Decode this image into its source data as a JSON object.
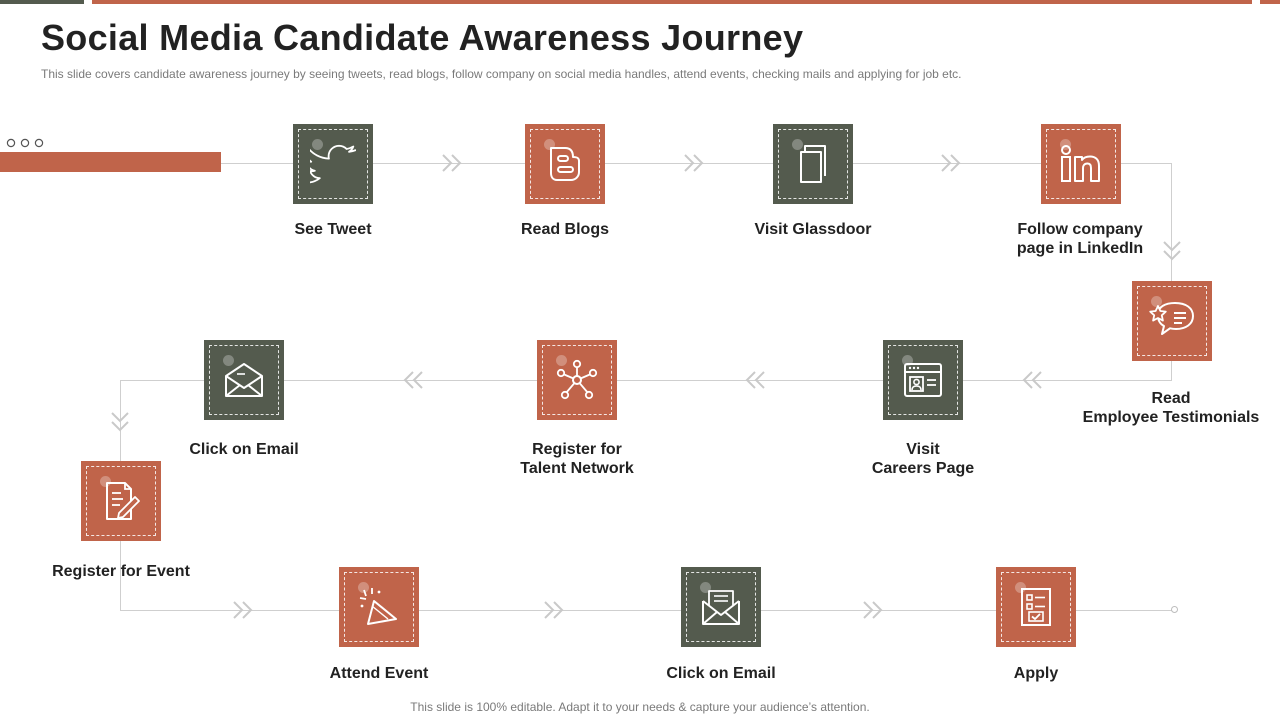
{
  "title": "Social Media Candidate Awareness Journey",
  "subtitle": "This slide covers candidate awareness journey by seeing tweets, read blogs, follow company on social media handles, attend events, checking mails and applying for job etc.",
  "footer": "This slide is 100% editable. Adapt it to your needs & capture your audience’s attention.",
  "colors": {
    "orange": "#c0644a",
    "green": "#545b4e",
    "line": "#cfcfcf",
    "chevron": "#c9c9c9"
  },
  "steps": [
    {
      "label": "See Tweet",
      "icon": "twitter-icon",
      "color": "green"
    },
    {
      "label": "Read Blogs",
      "icon": "blogger-icon",
      "color": "orange"
    },
    {
      "label": "Visit Glassdoor",
      "icon": "glassdoor-icon",
      "color": "green"
    },
    {
      "label": "Follow company\npage in LinkedIn",
      "icon": "linkedin-icon",
      "color": "orange"
    },
    {
      "label": "Read\nEmployee Testimonials",
      "icon": "testimonial-chat-icon",
      "color": "orange"
    },
    {
      "label": "Visit\nCareers Page",
      "icon": "careers-page-icon",
      "color": "green"
    },
    {
      "label": "Register for\nTalent Network",
      "icon": "network-icon",
      "color": "orange"
    },
    {
      "label": "Click on Email",
      "icon": "envelope-open-icon",
      "color": "green"
    },
    {
      "label": "Register for Event",
      "icon": "registration-form-icon",
      "color": "orange"
    },
    {
      "label": "Attend Event",
      "icon": "party-popper-icon",
      "color": "orange"
    },
    {
      "label": "Click on Email",
      "icon": "envelope-letter-icon",
      "color": "green"
    },
    {
      "label": "Apply",
      "icon": "checklist-icon",
      "color": "orange"
    }
  ]
}
